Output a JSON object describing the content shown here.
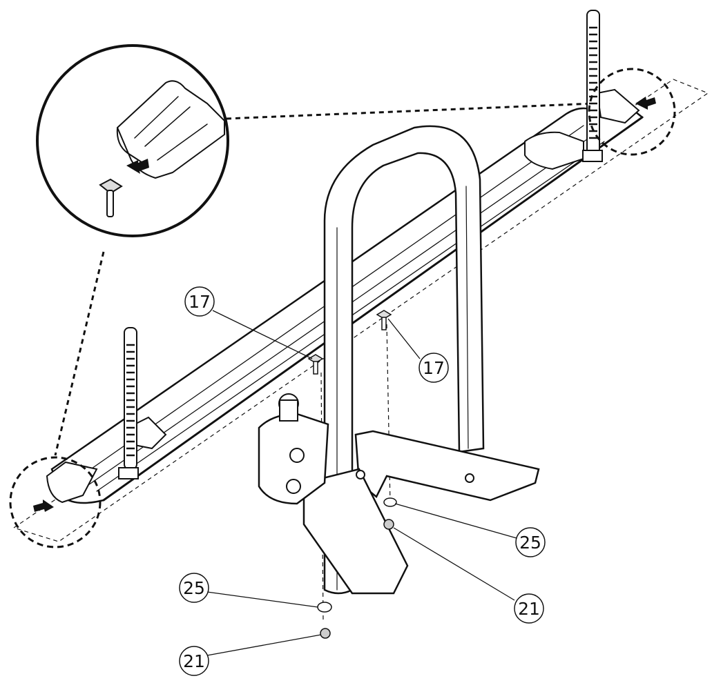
{
  "callouts": [
    {
      "id": "c17a",
      "label": "17"
    },
    {
      "id": "c17b",
      "label": "17"
    },
    {
      "id": "c25a",
      "label": "25"
    },
    {
      "id": "c25b",
      "label": "25"
    },
    {
      "id": "c21a",
      "label": "21"
    },
    {
      "id": "c21b",
      "label": "21"
    }
  ],
  "colors": {
    "line": "#111111",
    "fill": "#ffffff",
    "shade": "#d9d9d9"
  }
}
